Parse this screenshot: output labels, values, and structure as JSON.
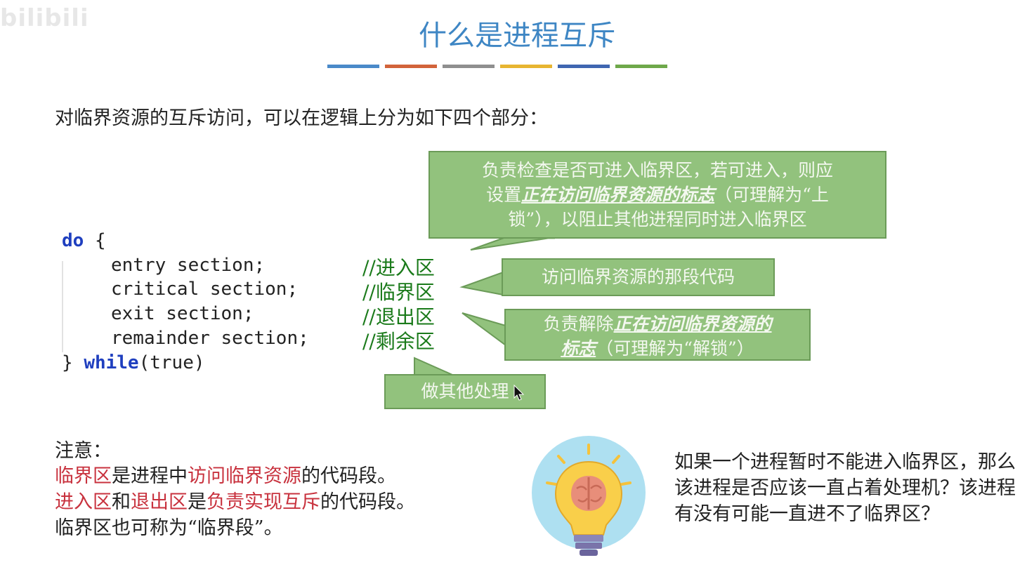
{
  "watermark": "bilibili",
  "title": "什么是进程互斥",
  "stripe_colors": [
    "#4a8ac9",
    "#d2633a",
    "#8f8f8f",
    "#e7b531",
    "#3f66b1",
    "#6ea84a"
  ],
  "intro": "对临界资源的互斥访问，可以在逻辑上分为如下四个部分：",
  "code": {
    "do_kw": "do",
    "open_brace": " {",
    "lines": [
      "entry section;",
      "critical section;",
      "exit section;",
      "remainder section;"
    ],
    "comments": [
      "//进入区",
      "//临界区",
      "//退出区",
      "//剩余区"
    ],
    "close_brace": "} ",
    "while_kw": "while",
    "while_cond": "(true)"
  },
  "callouts": {
    "entry": {
      "line1": "负责检查是否可进入临界区，若可进入，则应",
      "line2_pre": "设置",
      "line2_em": "正在访问临界资源的标志",
      "line2_post": "（可理解为“上",
      "line3": "锁”），以阻止其他进程同时进入临界区"
    },
    "critical": "访问临界资源的那段代码",
    "exit": {
      "line1_pre": "负责解除",
      "line1_em": "正在访问临界资源的",
      "line2_em": "标志",
      "line2_post": "（可理解为“解锁”）"
    },
    "remainder": "做其他处理"
  },
  "notes": {
    "heading": "注意：",
    "line1": {
      "a": "临界区",
      "b": "是进程中",
      "c": "访问临界资源",
      "d": "的代码段。"
    },
    "line2": {
      "a": "进入区",
      "b": "和",
      "c": "退出区",
      "d": "是",
      "e": "负责实现互斥",
      "f": "的代码段。"
    },
    "line3": "临界区也可称为“临界段”。"
  },
  "question": "如果一个进程暂时不能进入临界区，那么该进程是否应该一直占着处理机？该进程有没有可能一直进不了临界区？",
  "colors": {
    "title": "#3e86c4",
    "callout_fill": "#92c27d",
    "keyword": "#1f3fbf",
    "comment": "#1a7a1a",
    "highlight": "#c8323e"
  }
}
